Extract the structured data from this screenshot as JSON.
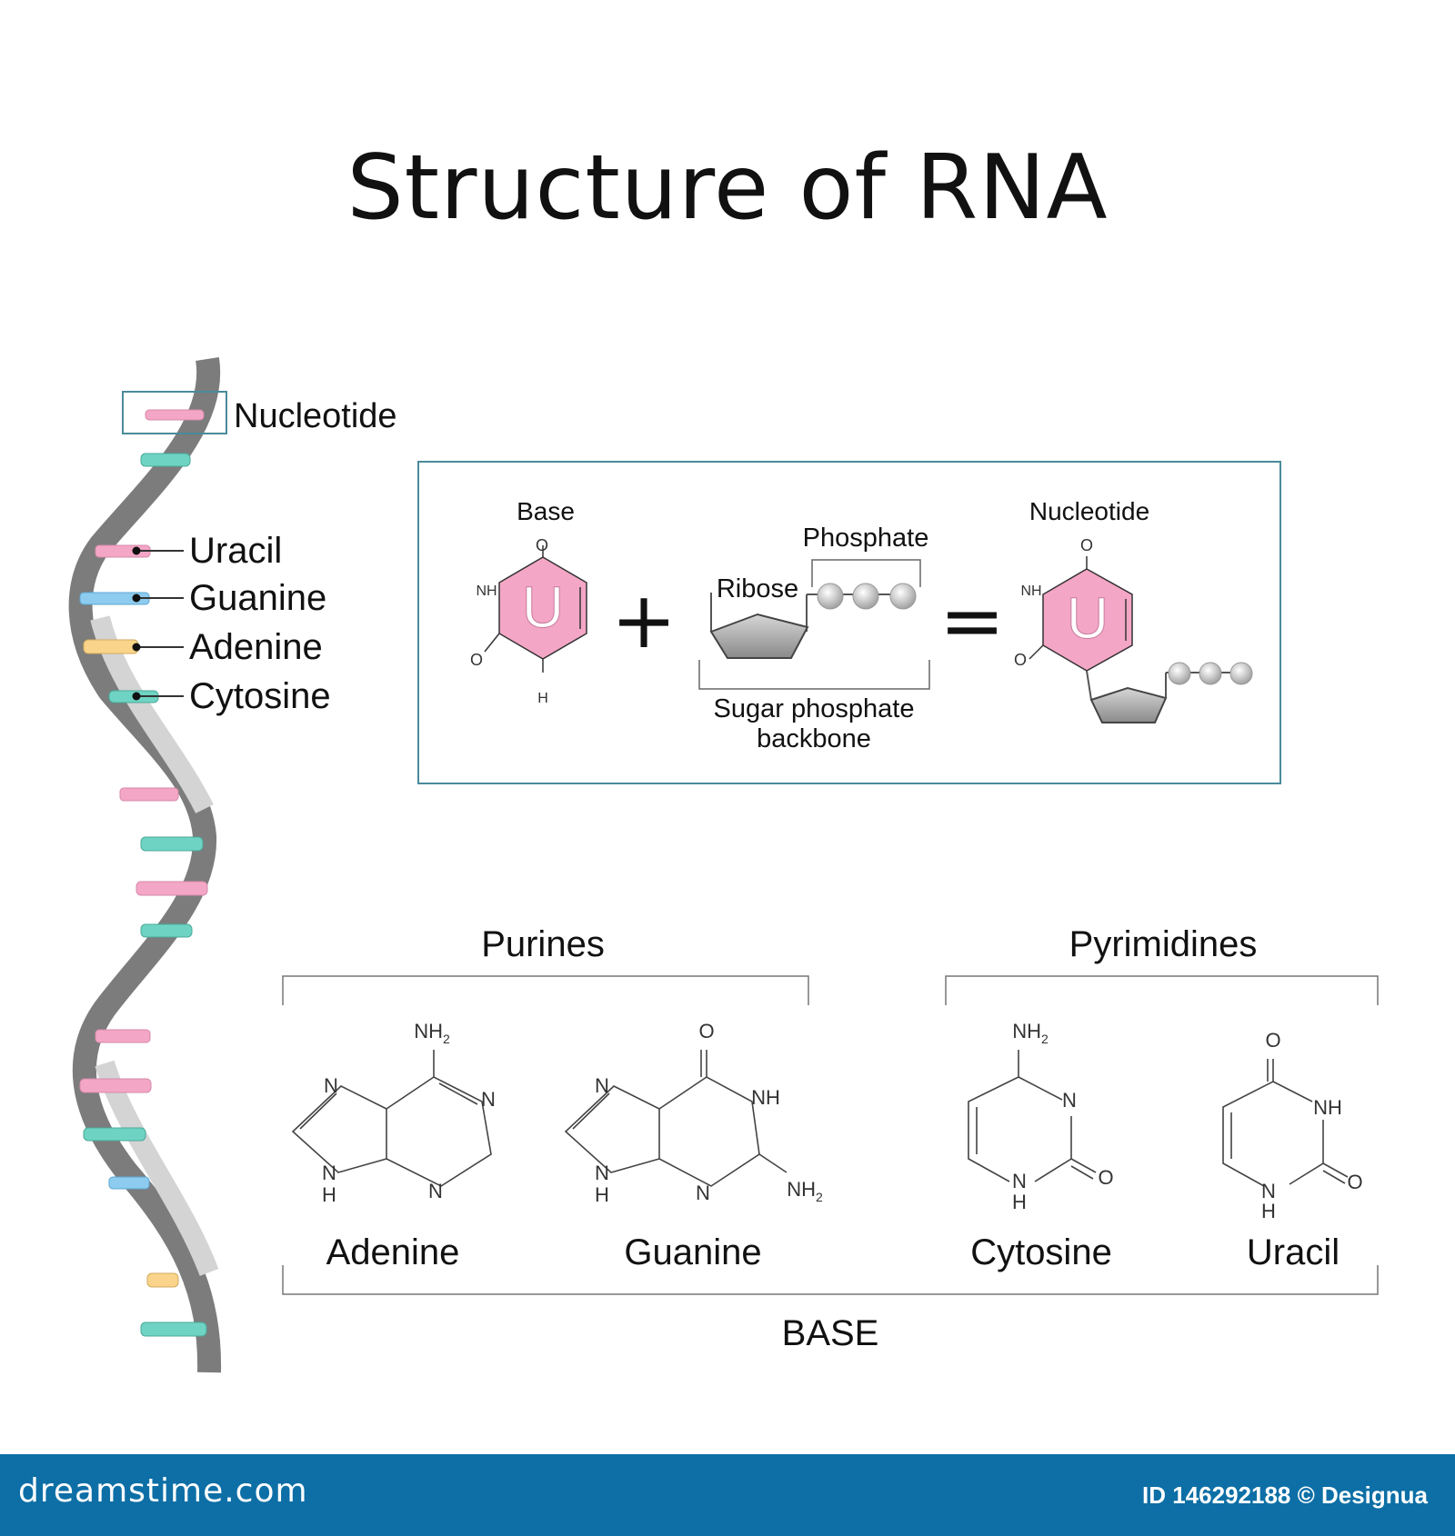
{
  "title": "Structure of RNA",
  "strand": {
    "nucleotide_label": "Nucleotide",
    "legend": [
      {
        "label": "Uracil",
        "color": "#f4a6c6"
      },
      {
        "label": "Guanine",
        "color": "#8dcbef"
      },
      {
        "label": "Adenine",
        "color": "#f9d48a"
      },
      {
        "label": "Cytosine",
        "color": "#6fd3c3"
      }
    ]
  },
  "formation": {
    "base_label": "Base",
    "base_letter": "U",
    "ribose_label": "Ribose",
    "phosphate_label": "Phosphate",
    "backbone_label_line1": "Sugar phosphate",
    "backbone_label_line2": "backbone",
    "plus": "+",
    "equals": "=",
    "nucleotide_label": "Nucleotide",
    "atoms": {
      "o": "O",
      "nh": "NH",
      "h": "H"
    }
  },
  "bases": {
    "purines_label": "Purines",
    "pyrimidines_label": "Pyrimidines",
    "base_label": "BASE",
    "names": {
      "adenine": "Adenine",
      "guanine": "Guanine",
      "cytosine": "Cytosine",
      "uracil": "Uracil"
    },
    "atoms": {
      "n": "N",
      "nh": "NH",
      "h": "H",
      "o": "O",
      "nh2": "NH",
      "sub2": "2"
    }
  },
  "colors": {
    "uracil_pink": "#f4a6c6",
    "guanine_blue": "#8dcbef",
    "adenine_yellow": "#f9d48a",
    "cytosine_teal": "#6fd3c3",
    "frame_teal": "#4a8a9a",
    "footer_blue": "#0d6fa6"
  },
  "footer": {
    "brand": "dreamstime.com",
    "id_text": "ID 146292188 © Designua"
  }
}
